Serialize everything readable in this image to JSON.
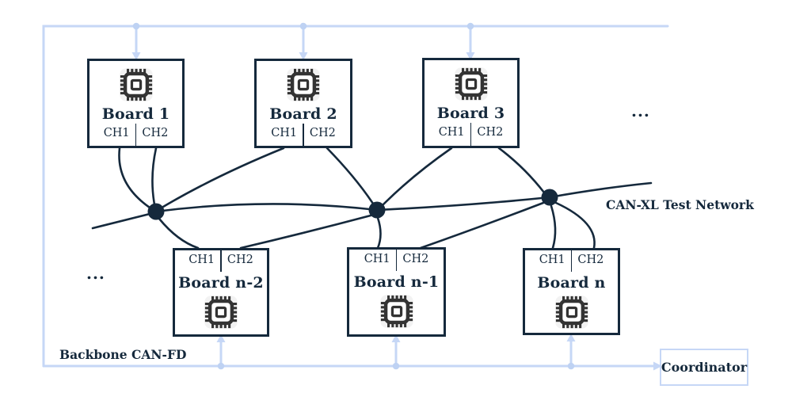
{
  "diagram": {
    "title_hint": "CAN network topology diagram",
    "boards": [
      {
        "name": "Board 1",
        "ch1": "CH1",
        "ch2": "CH2",
        "row": "top"
      },
      {
        "name": "Board 2",
        "ch1": "CH1",
        "ch2": "CH2",
        "row": "top"
      },
      {
        "name": "Board 3",
        "ch1": "CH1",
        "ch2": "CH2",
        "row": "top"
      },
      {
        "name": "Board n-2",
        "ch1": "CH1",
        "ch2": "CH2",
        "row": "bottom"
      },
      {
        "name": "Board n-1",
        "ch1": "CH1",
        "ch2": "CH2",
        "row": "bottom"
      },
      {
        "name": "Board n",
        "ch1": "CH1",
        "ch2": "CH2",
        "row": "bottom"
      }
    ],
    "labels": {
      "can_xl_network": "CAN-XL Test Network",
      "backbone": "Backbone CAN-FD",
      "coordinator": "Coordinator",
      "ellipsis_top_right": "...",
      "ellipsis_bottom_left": "..."
    },
    "colors": {
      "line_dark": "#15293c",
      "backbone_blue": "#c6d7f6",
      "backbone_dot_blue": "#bed2f3",
      "chip_gray": "#333333",
      "background": "#ffffff"
    }
  }
}
